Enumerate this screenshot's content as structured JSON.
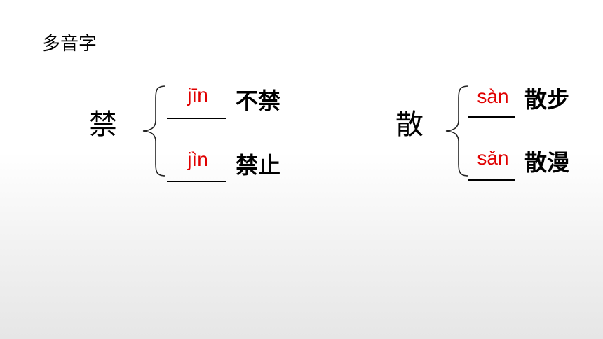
{
  "title": "多音字",
  "groups": [
    {
      "char": "禁",
      "entries": [
        {
          "pinyin": "jīn",
          "word": "不禁"
        },
        {
          "pinyin": "jìn",
          "word": "禁止"
        }
      ]
    },
    {
      "char": "散",
      "entries": [
        {
          "pinyin": "sàn",
          "word": "散步"
        },
        {
          "pinyin": "sǎn",
          "word": "散漫"
        }
      ]
    }
  ],
  "colors": {
    "pinyin": "#e00000",
    "text": "#000000"
  }
}
